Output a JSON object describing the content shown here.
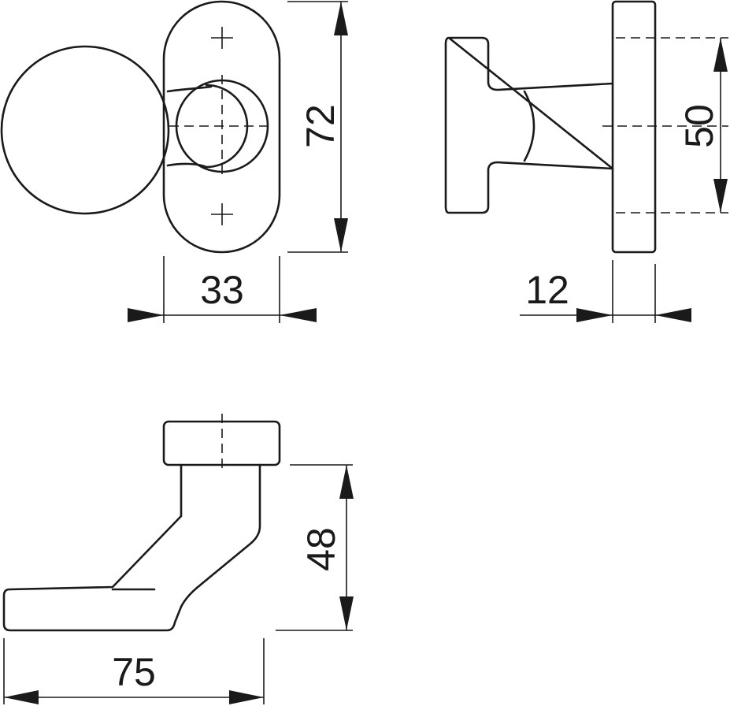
{
  "dimensions": {
    "front_height": "72",
    "front_width": "33",
    "side_hole_spacing": "50",
    "side_rosette_thickness": "12",
    "top_projection": "48",
    "top_length": "75"
  },
  "colors": {
    "line": "#1a1a1a",
    "background": "#ffffff"
  }
}
